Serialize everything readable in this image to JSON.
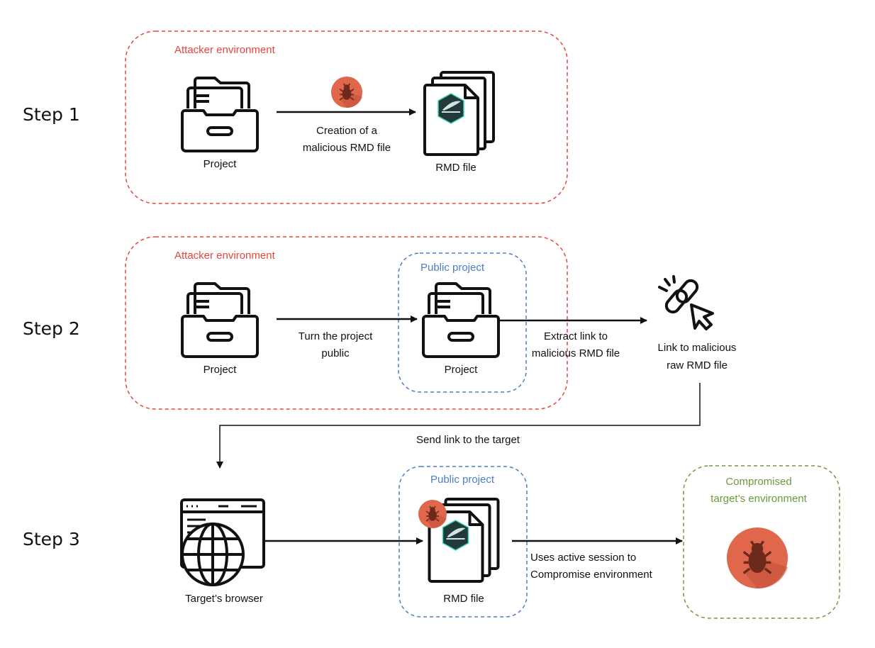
{
  "steps": {
    "step1": "Step 1",
    "step2": "Step 2",
    "step3": "Step 3"
  },
  "step1": {
    "env_label": "Attacker environment",
    "project_label": "Project",
    "arrow_label_1": "Creation of a",
    "arrow_label_2": "malicious RMD file",
    "rmd_label": "RMD file"
  },
  "step2": {
    "env_label": "Attacker environment",
    "project_label": "Project",
    "arrow_label_1": "Turn the project",
    "arrow_label_2": "public",
    "public_label": "Public project",
    "public_project_label": "Project",
    "extract_label_1": "Extract link to",
    "extract_label_2": "malicious RMD file",
    "link_label_1": "Link to malicious",
    "link_label_2": "raw RMD file",
    "send_label": "Send link to the target"
  },
  "step3": {
    "browser_label": "Target’s browser",
    "public_label": "Public project",
    "rmd_label": "RMD file",
    "uses_label_1": "Uses active session to",
    "uses_label_2": "Compromise environment",
    "compromised_label_1": "Compromised",
    "compromised_label_2": "target’s environment"
  },
  "colors": {
    "attacker": "#e8453c",
    "public": "#4a7fc4",
    "compromised": "#6e9a3f",
    "bug": "#e0674c"
  },
  "icons": [
    "folder-drawer-icon",
    "rmd-file-stack-icon",
    "bug-icon",
    "broken-link-cursor-icon",
    "browser-globe-icon"
  ]
}
